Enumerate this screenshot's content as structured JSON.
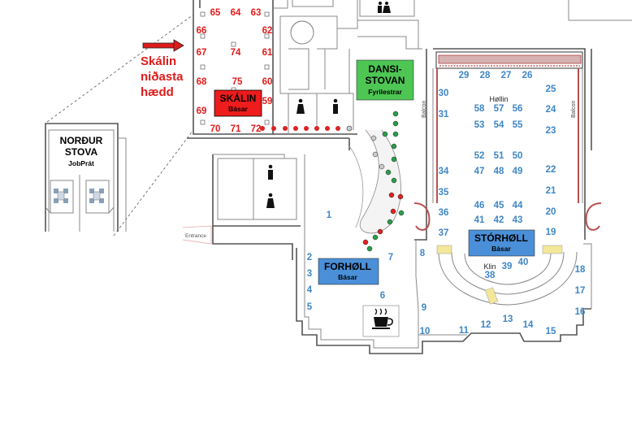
{
  "skalin_note": [
    "Skálin",
    "niðasta",
    "hædd"
  ],
  "rooms": {
    "skalin": {
      "title": "SKÁLIN",
      "sub": "Básar",
      "color": "#ee1c1c"
    },
    "dansistovan": {
      "title1": "DANSI-",
      "title2": "STOVAN",
      "sub": "Fyrilestrar",
      "color": "#4dc654"
    },
    "nordurstova": {
      "title1": "NORÐUR",
      "title2": "STOVA",
      "sub": "JobPrát"
    },
    "forholl": {
      "title": "FORHØLL",
      "sub": "Básar",
      "color": "#4a8fd8"
    },
    "storholl": {
      "title": "STÓRHØLL",
      "sub": "Básar",
      "color": "#4a8fd8"
    },
    "hollin": {
      "title": "Høllin"
    },
    "klin": {
      "title": "Klin"
    }
  },
  "labels": {
    "entrance": "Entrance",
    "balcon_left": "Balcon",
    "balcon_right": "Balcon"
  },
  "red_booths": [
    "65",
    "64",
    "63",
    "66",
    "62",
    "67",
    "74",
    "61",
    "68",
    "75",
    "60",
    "69",
    "59",
    "70",
    "71",
    "72"
  ],
  "blue_booths": [
    "1",
    "2",
    "3",
    "4",
    "5",
    "6",
    "7",
    "8",
    "9",
    "10",
    "11",
    "12",
    "13",
    "14",
    "15",
    "16",
    "17",
    "18",
    "19",
    "20",
    "21",
    "22",
    "23",
    "24",
    "25",
    "26",
    "27",
    "28",
    "29",
    "30",
    "31",
    "34",
    "35",
    "36",
    "37",
    "38",
    "39",
    "40",
    "41",
    "42",
    "43",
    "44",
    "45",
    "46",
    "47",
    "48",
    "49",
    "50",
    "51",
    "52",
    "53",
    "54",
    "55",
    "56",
    "57",
    "58"
  ],
  "icons": [
    "toilet-icon",
    "coffee-cup-icon",
    "arrow-right-icon"
  ]
}
